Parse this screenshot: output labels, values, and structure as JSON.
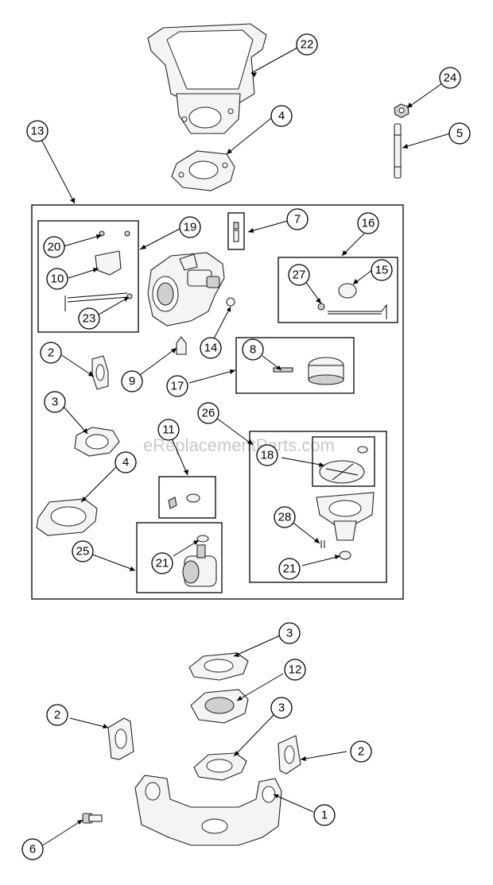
{
  "watermark": "eReplacementParts.com",
  "callouts": {
    "c22": "22",
    "c24": "24",
    "c13": "13",
    "c4a": "4",
    "c5": "5",
    "c7": "7",
    "c16": "16",
    "c19": "19",
    "c20": "20",
    "c10": "10",
    "c27": "27",
    "c15": "15",
    "c23": "23",
    "c2a": "2",
    "c9": "9",
    "c14": "14",
    "c8": "8",
    "c17": "17",
    "c3a": "3",
    "c26": "26",
    "c11": "11",
    "c18": "18",
    "c4b": "4",
    "c28": "28",
    "c25": "25",
    "c21a": "21",
    "c21b": "21",
    "c3b": "3",
    "c12": "12",
    "c2b": "2",
    "c3c": "3",
    "c2c": "2",
    "c1": "1",
    "c6": "6"
  }
}
